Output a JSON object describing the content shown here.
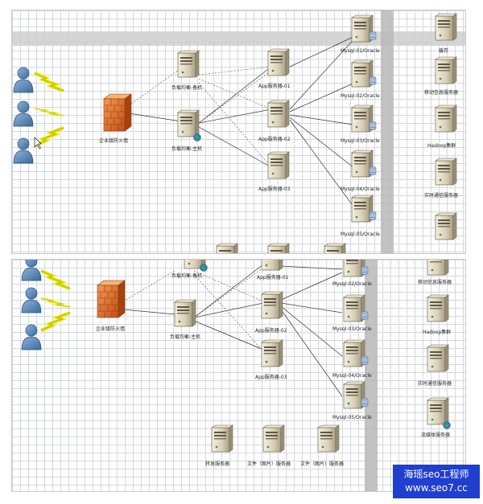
{
  "top": {
    "labels": {
      "fw": "企业级防火墙",
      "lb_backup": "负载均衡-备机",
      "lb_main": "负载均衡-主机",
      "app1": "App服务器-01",
      "app2": "App服务器-02",
      "app3": "App服务器-03",
      "db1": "Mysql-01/Oracle",
      "db2": "Mysql-02/Oracle",
      "db3": "Mysql-03/Oracle",
      "db4": "Mysql-04/Oracle",
      "db5": "Mysql-05/Oracle",
      "cache": "缓存",
      "mobile": "移动信息服务器",
      "hadoop": "Hadoop集群",
      "realtime": "实时通信服务器"
    }
  },
  "bottom": {
    "labels": {
      "fw": "企业级防火墙",
      "lb_backup": "负载均衡-备机",
      "lb_main": "负载均衡-主机",
      "app1": "App服务器-01",
      "app2": "App服务器-02",
      "app3": "App服务器-03",
      "db2": "Mysql-02/Oracle",
      "db3": "Mysql-03/Oracle",
      "db4": "Mysql-04/Oracle",
      "db5": "Mysql-05/Oracle",
      "mobile": "移动信息服务器",
      "hadoop": "Hadoop集群",
      "realtime": "实时通信服务器",
      "media": "流媒体服务器",
      "forward": "转发服务器",
      "file1": "文件（图片）服务器",
      "file2": "文件（图片）服务器"
    }
  },
  "watermark": {
    "line1": "海瑶seo工程师",
    "line2": "www.seo7.cc"
  }
}
